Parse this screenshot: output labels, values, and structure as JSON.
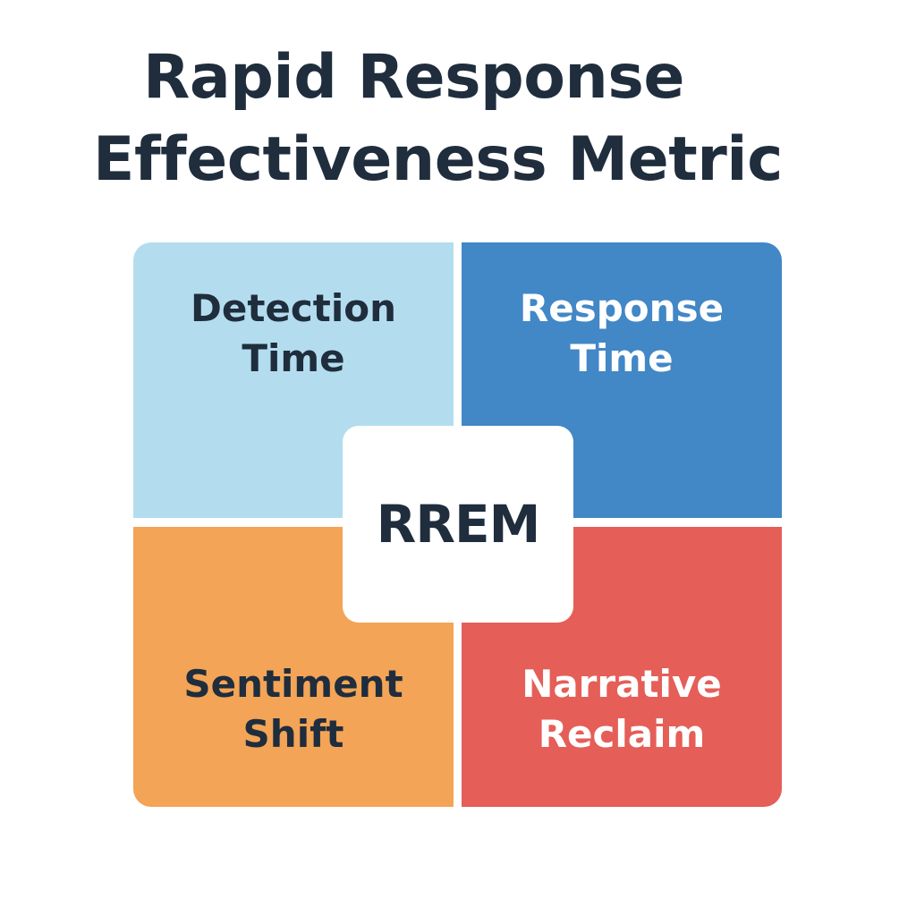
{
  "title": {
    "line1": "Rapid Response",
    "line2": "Effectiveness Metric"
  },
  "quadrants": {
    "top_left": {
      "label": "Detection Time",
      "color": "#b3ddee"
    },
    "top_right": {
      "label": "Response Time",
      "color": "#4287c6"
    },
    "bottom_left": {
      "label": "Sentiment Shift",
      "color": "#f3a456"
    },
    "bottom_right": {
      "label": "Narrative Reclaim",
      "color": "#e55e58"
    }
  },
  "center": {
    "label": "RREM"
  }
}
